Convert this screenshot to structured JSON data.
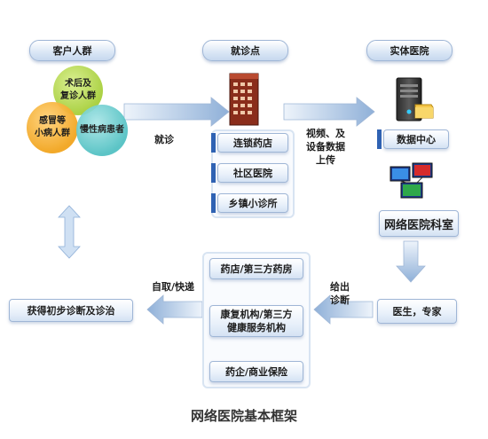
{
  "headers": {
    "customers": "客户人群",
    "clinic": "就诊点",
    "hospital": "实体医院"
  },
  "groups": {
    "postop": "术后及\n复诊人群",
    "minor": "感冒等\n小病人群",
    "chronic": "慢性病患者"
  },
  "clinic_points": {
    "chain_pharmacy": "连锁药店",
    "community_hospital": "社区医院",
    "town_clinic": "乡镇小诊所"
  },
  "hospital_items": {
    "data_center": "数据中心",
    "online_dept": "网络医院科室",
    "doctor_expert": "医生，专家"
  },
  "services": {
    "pharmacy": "药店/第三方药房",
    "rehab": "康复机构/第三方\n健康服务机构",
    "insurance": "药企/商业保险"
  },
  "result": "获得初步诊断及诊治",
  "edge_labels": {
    "visit": "就诊",
    "upload": "视频、及\n设备数据\n上传",
    "diagnosis": "给出\n诊断",
    "pickup": "自取/快递"
  },
  "caption": "网络医院基本框架",
  "colors": {
    "circle_green": "#a7cf3b",
    "circle_orange": "#f2a51f",
    "circle_teal": "#4fc0c2",
    "arrow_light": "#cfe0f3",
    "arrow_dark": "#7ea3cf",
    "bar_blue": "#2f62b3"
  }
}
